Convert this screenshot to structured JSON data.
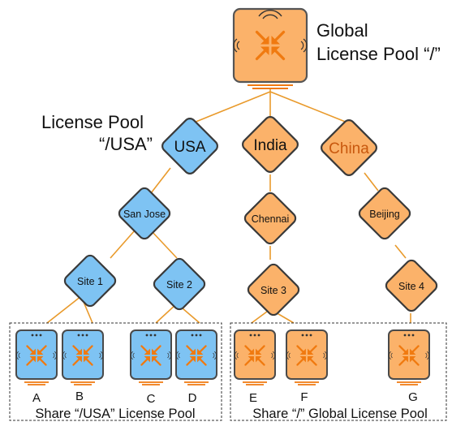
{
  "root": {
    "label_line1": "Global",
    "label_line2": "License Pool “/”"
  },
  "usa_pool_label": {
    "line1": "License Pool",
    "line2": "“/USA”"
  },
  "nodes": {
    "usa": "USA",
    "india": "India",
    "china": "China",
    "san_jose": "San Jose",
    "chennai": "Chennai",
    "beijing": "Beijing",
    "site1": "Site 1",
    "site2": "Site 2",
    "site3": "Site 3",
    "site4": "Site 4"
  },
  "access_points": [
    "A",
    "B",
    "C",
    "D",
    "E",
    "F",
    "G"
  ],
  "groups": {
    "usa_share": "Share “/USA” License Pool",
    "global_share": "Share “/” Global License Pool"
  },
  "colors": {
    "orange": "#FBB26A",
    "orange_stroke": "#C87826",
    "blue": "#7EC3F3",
    "blue_stroke": "#2F6F9E",
    "line": "#E99A2B",
    "arrow": "#F07A10",
    "dark": "#4A4A4A"
  },
  "icons": {
    "access_point": "access-point-icon",
    "controller": "controller-icon"
  }
}
